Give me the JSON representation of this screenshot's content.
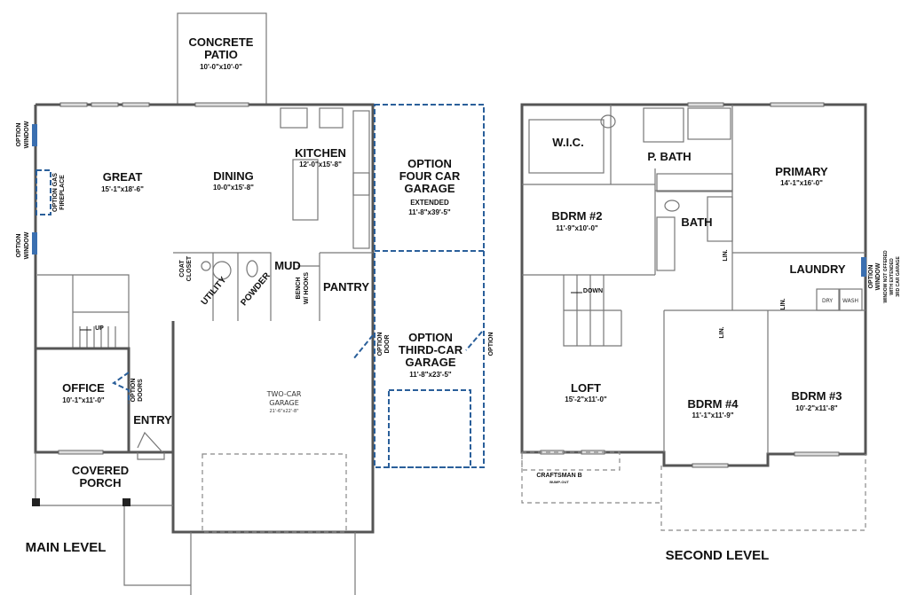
{
  "main_level": {
    "title": "MAIN LEVEL",
    "rooms": {
      "patio": {
        "name_1": "CONCRETE",
        "name_2": "PATIO",
        "size": "10'-0\"x10'-0\""
      },
      "great": {
        "name": "GREAT",
        "size": "15'-1\"x18'-6\""
      },
      "dining": {
        "name": "DINING",
        "size": "10-0\"x15'-8\""
      },
      "kitchen": {
        "name": "KITCHEN",
        "size": "12'-0\"x15'-8\""
      },
      "four_car": {
        "name_1": "OPTION",
        "name_2": "FOUR CAR",
        "name_3": "GARAGE",
        "note": "EXTENDED",
        "size": "11'-8\"x39'-5\""
      },
      "coat_closet": {
        "name_1": "COAT",
        "name_2": "CLOSET"
      },
      "utility": {
        "name": "UTILITY"
      },
      "powder": {
        "name": "POWDER"
      },
      "mud": {
        "name": "MUD"
      },
      "bench": {
        "name_1": "BENCH",
        "name_2": "W/ HOOKS"
      },
      "pantry": {
        "name": "PANTRY"
      },
      "third_car": {
        "name_1": "OPTION",
        "name_2": "THIRD-CAR",
        "name_3": "GARAGE",
        "size": "11'-8\"x23'-5\""
      },
      "two_car": {
        "name_1": "TWO-CAR",
        "name_2": "GARAGE",
        "size": "21'-6\"x22'-8\""
      },
      "office": {
        "name": "OFFICE",
        "size": "10'-1\"x11'-0\""
      },
      "entry": {
        "name": "ENTRY"
      },
      "porch": {
        "name_1": "COVERED",
        "name_2": "PORCH"
      }
    },
    "notes": {
      "option_window_1": [
        "OPTION",
        "WINDOW"
      ],
      "option_window_2": [
        "OPTION",
        "WINDOW"
      ],
      "fireplace": [
        "OPTION GAS",
        "FIREPLACE"
      ],
      "option_door": [
        "OPTION",
        "DOOR"
      ],
      "option": "OPTION",
      "option_doors": [
        "OPTION",
        "DOORS"
      ],
      "stairs": "UP"
    }
  },
  "second_level": {
    "title": "SECOND LEVEL",
    "rooms": {
      "wic": {
        "name": "W.I.C."
      },
      "pbath": {
        "name": "P. BATH"
      },
      "primary": {
        "name": "PRIMARY",
        "size": "14'-1\"x16'-0\""
      },
      "bdrm2": {
        "name": "BDRM #2",
        "size": "11'-9\"x10'-0\""
      },
      "bath": {
        "name": "BATH"
      },
      "lin1": {
        "name": "LIN."
      },
      "lin2": {
        "name": "LIN."
      },
      "lin3": {
        "name": "LIN."
      },
      "laundry": {
        "name": "LAUNDRY",
        "dry": "DRY",
        "wash": "WASH"
      },
      "loft": {
        "name": "LOFT",
        "size": "15'-2\"x11'-0\""
      },
      "bdrm4": {
        "name": "BDRM #4",
        "size": "11'-1\"x11'-9\""
      },
      "bdrm3": {
        "name": "BDRM #3",
        "size": "10'-2\"x11'-8\""
      },
      "craftsman": {
        "name": "CRAFTSMAN B",
        "note": "BUMP-OUT"
      }
    },
    "notes": {
      "stairs": "DOWN",
      "option_window": [
        "OPTION",
        "WINDOW",
        "WINDOW NOT OFFERED",
        "WITH EXTENDED",
        "3RD CAR GARAGE"
      ]
    }
  },
  "colors": {
    "walls": "#555555",
    "option": "#2a5f9a"
  }
}
